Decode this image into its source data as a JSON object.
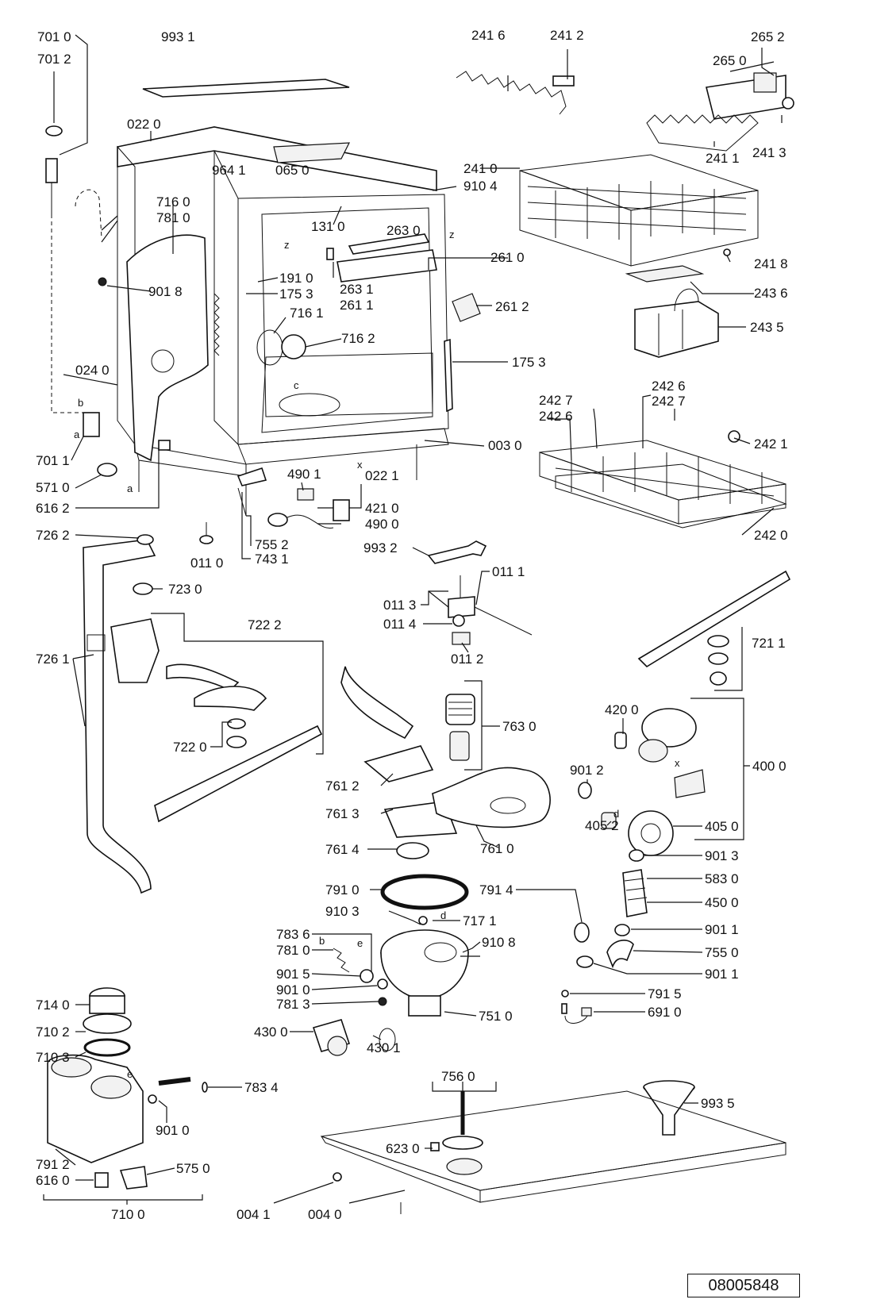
{
  "labels": {
    "p7010": "701 0",
    "p7012": "701 2",
    "p9931": "993 1",
    "p0220": "022 0",
    "p2416": "241 6",
    "p2412": "241 2",
    "p2652": "265 2",
    "p2650": "265 0",
    "p2411": "241 1",
    "p2413": "241 3",
    "p9641": "964 1",
    "p0650": "065 0",
    "p2410": "241 0",
    "p9104": "910 4",
    "p7160": "716 0",
    "p7810": "781 0",
    "p1310": "131 0",
    "p2630": "263 0",
    "p2610": "261 0",
    "p2418": "241 8",
    "p1910": "191 0",
    "p1753a": "175 3",
    "p9018": "901 8",
    "p2631": "263 1",
    "p2611": "261 1",
    "p2612": "261 2",
    "p2436": "243 6",
    "p7161": "716 1",
    "p7162": "716 2",
    "p2435": "243 5",
    "p0240": "024 0",
    "p1753b": "175 3",
    "p2426a": "242 6",
    "p2427a": "242 7",
    "p2427b": "242 7",
    "p2426b": "242 6",
    "p0030": "003 0",
    "p2421": "242 1",
    "p7011": "701 1",
    "p5710": "571 0",
    "p6162": "616 2",
    "p4901": "490 1",
    "p0221": "022 1",
    "p4210": "421 0",
    "p4900": "490 0",
    "p2420": "242 0",
    "p7262": "726 2",
    "p0110": "011 0",
    "p7552": "755 2",
    "p7431": "743 1",
    "p9932": "993 2",
    "p0111": "011 1",
    "p7230": "723 0",
    "p0113": "011 3",
    "p0114": "011 4",
    "p0112": "011 2",
    "p7222": "722 2",
    "p7261": "726 1",
    "p7211": "721 1",
    "p7630": "763 0",
    "p7220": "722 0",
    "p4200": "420 0",
    "p4000": "400 0",
    "p9012": "901 2",
    "p7612": "761 2",
    "p7613": "761 3",
    "p4052": "405 2",
    "p4050": "405 0",
    "p7614": "761 4",
    "p7610": "761 0",
    "p9013": "901 3",
    "p7910": "791 0",
    "p7914": "791 4",
    "p5830": "583 0",
    "p9103": "910 3",
    "p7171": "717 1",
    "p4500": "450 0",
    "p7836": "783 6",
    "p9108": "910 8",
    "p9011a": "901 1",
    "p7810b": "781 0",
    "p7550": "755 0",
    "p9015": "901 5",
    "p9011b": "901 1",
    "p9010a": "901 0",
    "p7813": "781 3",
    "p7915": "791 5",
    "p7510": "751 0",
    "p6910": "691 0",
    "p7140": "714 0",
    "p4300": "430 0",
    "p4301": "430 1",
    "p7102": "710 2",
    "p7103": "710 3",
    "p7560": "756 0",
    "p7834": "783 4",
    "p9935": "993 5",
    "p9010b": "901 0",
    "p6230": "623 0",
    "p7912": "791 2",
    "p5750": "575 0",
    "p6160": "616 0",
    "p7100": "710 0",
    "p0041": "004 1",
    "p0040": "004 0"
  },
  "letters": {
    "b1": "b",
    "a1": "a",
    "a2": "a",
    "c": "c",
    "x1": "x",
    "z1": "z",
    "z2": "z",
    "x2": "x",
    "d1": "d",
    "d2": "d",
    "e1": "e",
    "b2": "b",
    "e2": "e"
  },
  "document_number": "08005848"
}
